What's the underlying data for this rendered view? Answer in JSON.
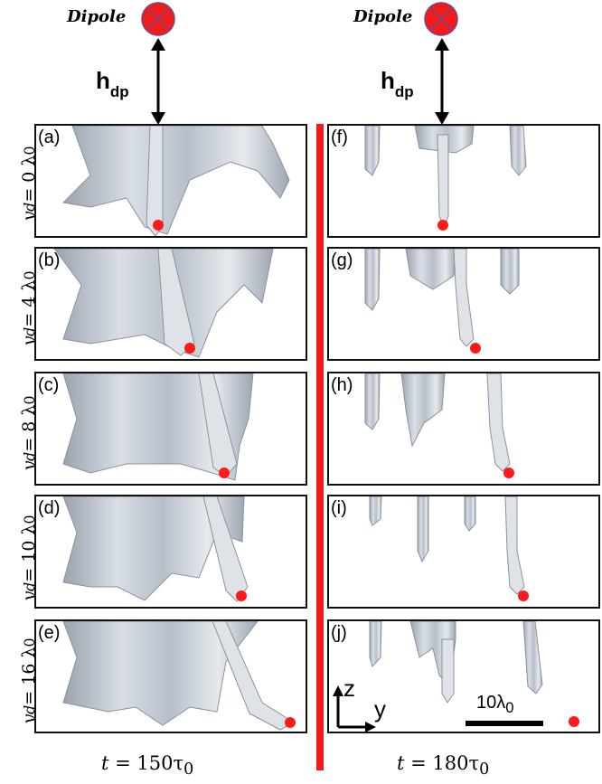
{
  "header": {
    "dipole_left": "Dipole",
    "dipole_right": "Dipole",
    "hdp_main": "h",
    "hdp_sub": "dp"
  },
  "colors": {
    "dot": "#ff1a1a",
    "surface": "#b9c1cc",
    "divider": "#f21b1b"
  },
  "rows": [
    {
      "ylabel": "y_d = 0 λ_0",
      "y_label_var": "y",
      "y_label_sub": "d",
      "y_label_eq": " = 0 λ",
      "y_label_sub2": "0"
    },
    {
      "ylabel": "y_d = 4 λ_0",
      "y_label_var": "y",
      "y_label_sub": "d",
      "y_label_eq": " = 4 λ",
      "y_label_sub2": "0"
    },
    {
      "ylabel": "y_d = 8 λ_0",
      "y_label_var": "y",
      "y_label_sub": "d",
      "y_label_eq": " = 8 λ",
      "y_label_sub2": "0"
    },
    {
      "ylabel": "y_d = 10 λ_0",
      "y_label_var": "y",
      "y_label_sub": "d",
      "y_label_eq": " = 10 λ",
      "y_label_sub2": "0"
    },
    {
      "ylabel": "y_d = 16 λ_0",
      "y_label_var": "y",
      "y_label_sub": "d",
      "y_label_eq": " = 16 λ",
      "y_label_sub2": "0"
    }
  ],
  "panels_left": [
    "(a)",
    "(b)",
    "(c)",
    "(d)",
    "(e)"
  ],
  "panels_right": [
    "(f)",
    "(g)",
    "(h)",
    "(i)",
    "(j)"
  ],
  "bottom": {
    "left_t": "t",
    "left_eq": " = 150τ",
    "left_sub": "0",
    "right_t": "t",
    "right_eq": " = 180τ",
    "right_sub": "0"
  },
  "axes_inset": {
    "z": "z",
    "y": "y"
  },
  "scale": {
    "text": "10λ",
    "sub": "0"
  }
}
